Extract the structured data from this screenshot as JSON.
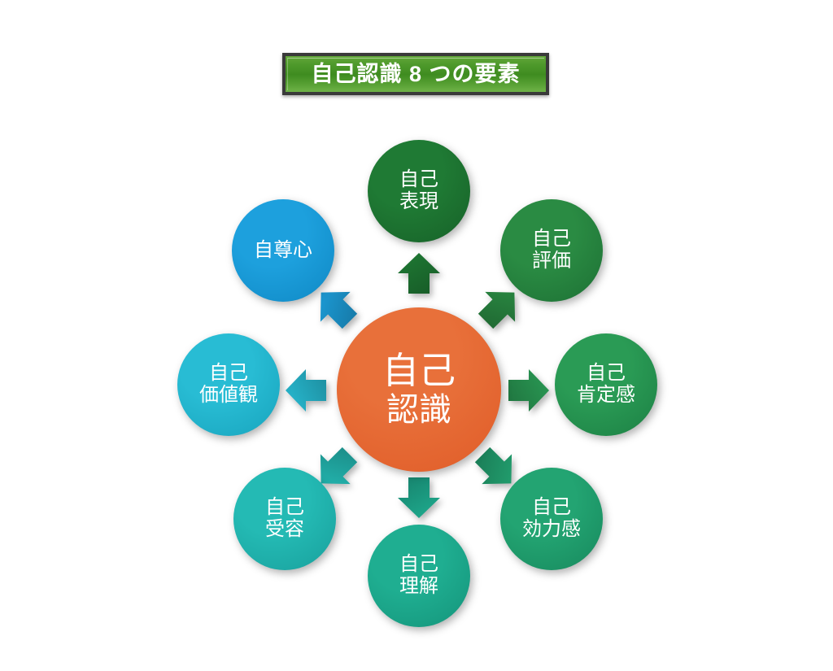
{
  "title": {
    "text": "自己認識 8 つの要素",
    "bg_color": "#4f9a2c",
    "border_color": "#3a3a3a",
    "text_color": "#ffffff"
  },
  "center": {
    "label_line1": "自己",
    "label_line2": "認識",
    "color": "#e8703a",
    "color_dark": "#e05c28"
  },
  "nodes": [
    {
      "id": "self-expression",
      "lines": [
        "自己",
        "表現"
      ],
      "color": "#1f7a34",
      "color_dark": "#176128",
      "position": "top"
    },
    {
      "id": "self-evaluation",
      "lines": [
        "自己",
        "評価"
      ],
      "color": "#2a8b43",
      "color_dark": "#1d7034",
      "position": "top-right"
    },
    {
      "id": "self-affirmation",
      "lines": [
        "自己",
        "肯定感"
      ],
      "color": "#2a9b55",
      "color_dark": "#1c8044",
      "position": "right"
    },
    {
      "id": "self-efficacy",
      "lines": [
        "自己",
        "効力感"
      ],
      "color": "#23a472",
      "color_dark": "#17895d",
      "position": "bottom-right"
    },
    {
      "id": "self-understanding",
      "lines": [
        "自己",
        "理解"
      ],
      "color": "#1fae91",
      "color_dark": "#14947a",
      "position": "bottom"
    },
    {
      "id": "self-acceptance",
      "lines": [
        "自己",
        "受容"
      ],
      "color": "#24bab4",
      "color_dark": "#18a09c",
      "position": "bottom-left"
    },
    {
      "id": "self-values",
      "lines": [
        "自己",
        "価値観"
      ],
      "color": "#28bcd4",
      "color_dark": "#18a4bd",
      "position": "left"
    },
    {
      "id": "self-esteem",
      "lines": [
        "自尊心"
      ],
      "color": "#1da0dd",
      "color_dark": "#0f88c4",
      "position": "top-left"
    }
  ],
  "arrows": [
    {
      "id": "arrow-to-self-expression",
      "direction": "up",
      "color": "#1f7a34"
    },
    {
      "id": "arrow-to-self-evaluation",
      "direction": "up-right",
      "color": "#2a8b43"
    },
    {
      "id": "arrow-to-self-affirmation",
      "direction": "right",
      "color": "#2a9b55"
    },
    {
      "id": "arrow-to-self-efficacy",
      "direction": "down-right",
      "color": "#23a472"
    },
    {
      "id": "arrow-to-self-understanding",
      "direction": "down",
      "color": "#1fae91"
    },
    {
      "id": "arrow-to-self-acceptance",
      "direction": "down-left",
      "color": "#24bab4"
    },
    {
      "id": "arrow-to-self-values",
      "direction": "left",
      "color": "#28bcd4"
    },
    {
      "id": "arrow-to-self-esteem",
      "direction": "up-left",
      "color": "#1da0dd"
    }
  ],
  "chart_data": {
    "type": "diagram",
    "subtype": "hub-and-spoke-radial",
    "title": "自己認識 8 つの要素",
    "hub": "自己認識",
    "spokes": [
      "自己表現",
      "自己評価",
      "自己肯定感",
      "自己効力感",
      "自己理解",
      "自己受容",
      "自己価値観",
      "自尊心"
    ],
    "spoke_count": 8,
    "relation": "hub points outward to each of the 8 spokes"
  }
}
